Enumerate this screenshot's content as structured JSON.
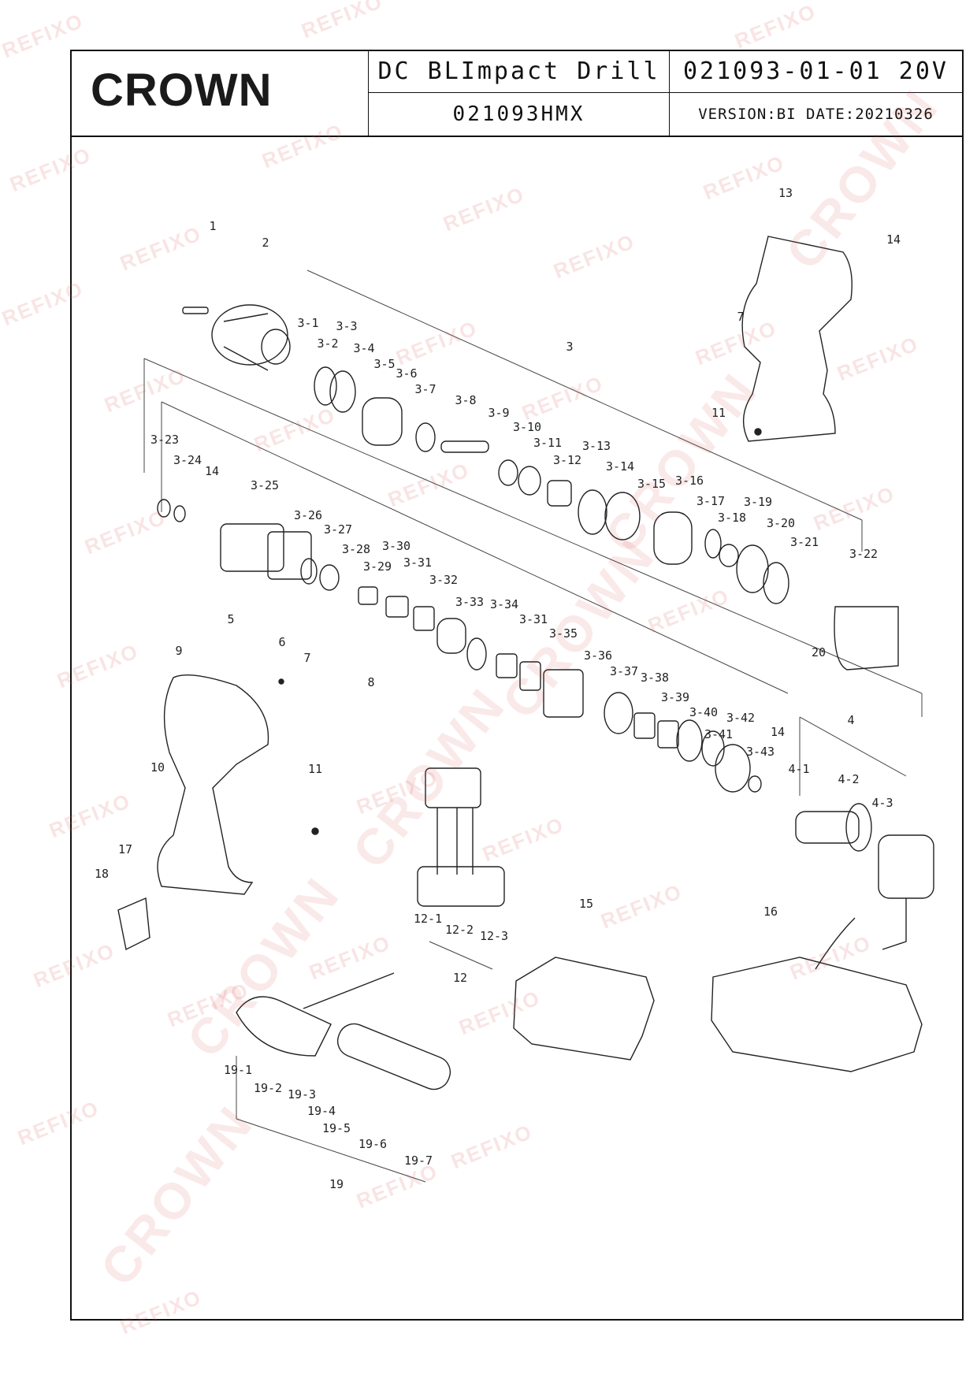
{
  "header": {
    "logo": "CROWN",
    "product_name": "DC BLImpact Drill",
    "model": "021093HMX",
    "drawing_code": "021093-01-01 20V",
    "version_date": "VERSION:BI DATE:20210326"
  },
  "watermarks": {
    "small": "REFIXO",
    "large": "CROWN"
  },
  "callouts": [
    "1",
    "2",
    "3",
    "3-1",
    "3-2",
    "3-3",
    "3-4",
    "3-5",
    "3-6",
    "3-7",
    "3-8",
    "3-9",
    "3-10",
    "3-11",
    "3-12",
    "3-13",
    "3-14",
    "3-15",
    "3-16",
    "3-17",
    "3-18",
    "3-19",
    "3-20",
    "3-21",
    "3-22",
    "3-23",
    "3-24",
    "3-25",
    "3-26",
    "3-27",
    "3-28",
    "3-29",
    "3-30",
    "3-31",
    "3-32",
    "3-33",
    "3-34",
    "3-35",
    "3-36",
    "3-37",
    "3-38",
    "3-39",
    "3-40",
    "3-41",
    "3-42",
    "3-43",
    "4",
    "4-1",
    "4-2",
    "4-3",
    "5",
    "6",
    "7",
    "8",
    "9",
    "10",
    "11",
    "12",
    "12-1",
    "12-2",
    "12-3",
    "13",
    "14",
    "15",
    "16",
    "17",
    "18",
    "19",
    "19-1",
    "19-2",
    "19-3",
    "19-4",
    "19-5",
    "19-6",
    "19-7",
    "20"
  ]
}
